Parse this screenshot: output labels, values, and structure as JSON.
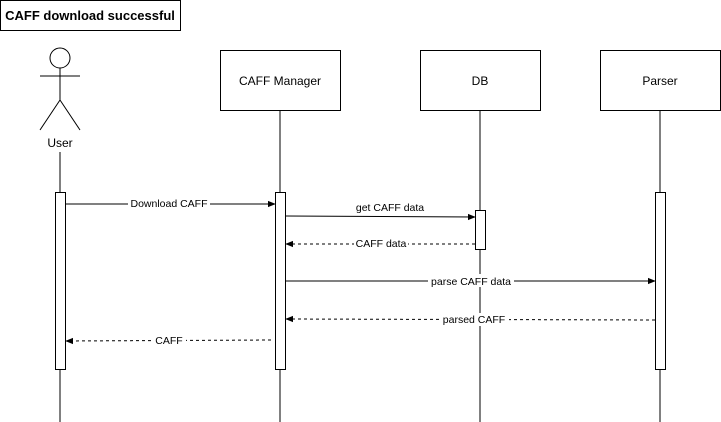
{
  "diagram": {
    "title": "CAFF download successful",
    "actor": {
      "label": "User"
    },
    "participants": [
      {
        "label": "CAFF Manager"
      },
      {
        "label": "DB"
      },
      {
        "label": "Parser"
      }
    ],
    "messages": [
      {
        "label": "Download CAFF",
        "from": "User",
        "to": "CAFF Manager",
        "style": "solid"
      },
      {
        "label": "get CAFF data",
        "from": "CAFF Manager",
        "to": "DB",
        "style": "solid"
      },
      {
        "label": "CAFF data",
        "from": "DB",
        "to": "CAFF Manager",
        "style": "dashed"
      },
      {
        "label": "parse CAFF data",
        "from": "CAFF Manager",
        "to": "Parser",
        "style": "solid"
      },
      {
        "label": "parsed CAFF",
        "from": "Parser",
        "to": "CAFF Manager",
        "style": "dashed"
      },
      {
        "label": "CAFF",
        "from": "CAFF Manager",
        "to": "User",
        "style": "dashed"
      }
    ]
  }
}
